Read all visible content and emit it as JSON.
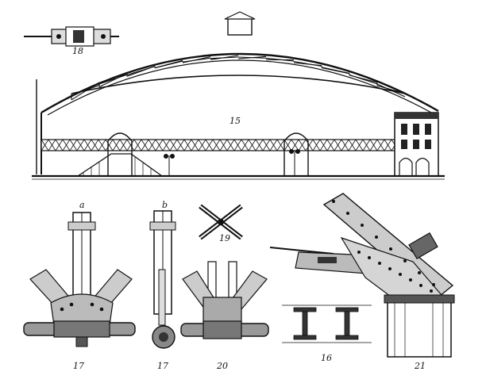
{
  "figures": {
    "fig18": "18",
    "fig15": "15",
    "fig17a_letter": "a",
    "fig17b_letter": "b",
    "fig19": "19",
    "fig17a": "17",
    "fig17b": "17",
    "fig20": "20",
    "fig16": "16",
    "fig21": "21"
  },
  "colors": {
    "ink": "#111111",
    "paper": "#ffffff"
  }
}
